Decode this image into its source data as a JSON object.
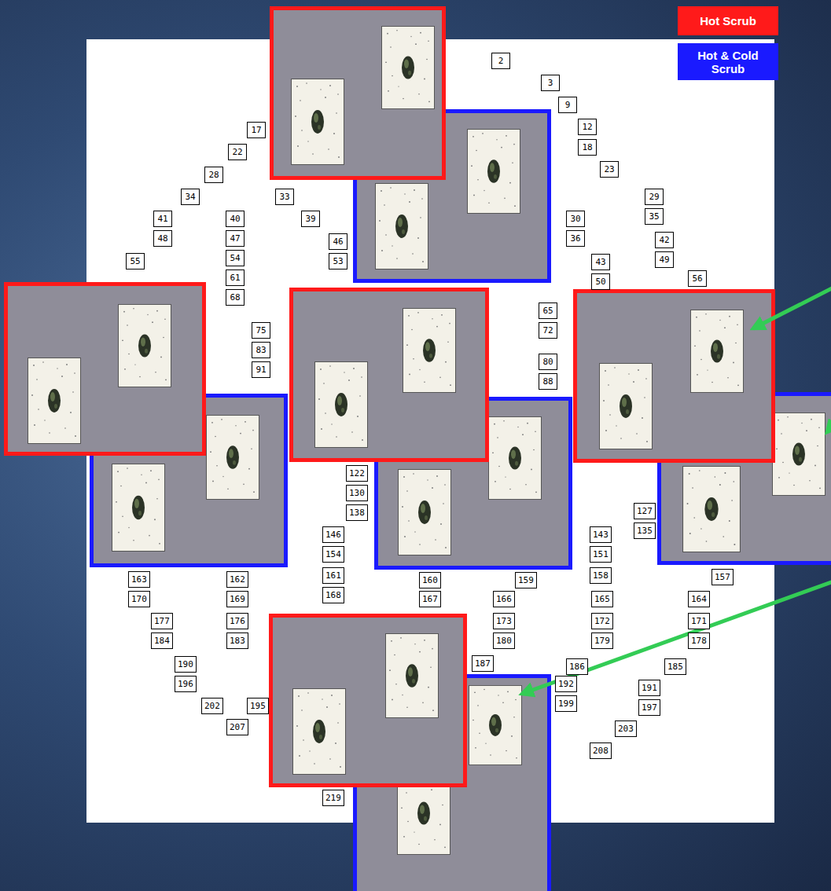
{
  "diagram": {
    "nodes": [
      {
        "text": [
          "2"
        ]
      },
      {
        "text": [
          "3"
        ]
      },
      {
        "text": [
          "9"
        ]
      },
      {
        "text": [
          "12"
        ]
      },
      {
        "text": [
          "17"
        ]
      },
      {
        "text": [
          "18"
        ]
      },
      {
        "text": [
          "22"
        ]
      },
      {
        "text": [
          "23"
        ]
      },
      {
        "text": [
          "28"
        ]
      },
      {
        "text": [
          "34"
        ]
      },
      {
        "text": [
          "33"
        ]
      },
      {
        "text": [
          "29"
        ]
      },
      {
        "text": [
          "35"
        ]
      },
      {
        "text": [
          "41"
        ]
      },
      {
        "text": [
          "40"
        ]
      },
      {
        "text": [
          "39"
        ]
      },
      {
        "text": [
          "30"
        ]
      },
      {
        "text": [
          "48"
        ]
      },
      {
        "text": [
          "47"
        ]
      },
      {
        "text": [
          "46"
        ]
      },
      {
        "text": [
          "36"
        ]
      },
      {
        "text": [
          "42"
        ]
      },
      {
        "text": [
          "54"
        ]
      },
      {
        "text": [
          "53"
        ]
      },
      {
        "text": [
          "43"
        ]
      },
      {
        "text": [
          "49"
        ]
      },
      {
        "text": [
          "55"
        ]
      },
      {
        "text": [
          "61"
        ]
      },
      {
        "text": [
          "50"
        ]
      },
      {
        "text": [
          "56"
        ]
      },
      {
        "text": [
          "68"
        ]
      },
      {
        "text": [
          "65"
        ]
      },
      {
        "text": [
          "75"
        ]
      },
      {
        "text": [
          "72"
        ]
      },
      {
        "text": [
          "83"
        ]
      },
      {
        "text": [
          "80"
        ]
      },
      {
        "text": [
          "91"
        ]
      },
      {
        "text": [
          "88"
        ]
      },
      {
        "text": [
          "122"
        ]
      },
      {
        "text": [
          "130"
        ]
      },
      {
        "text": [
          "127"
        ]
      },
      {
        "text": [
          "138"
        ]
      },
      {
        "text": [
          "135"
        ]
      },
      {
        "text": [
          "146"
        ]
      },
      {
        "text": [
          "143"
        ]
      },
      {
        "text": [
          "154"
        ]
      },
      {
        "text": [
          "151"
        ]
      },
      {
        "text": [
          "161"
        ]
      },
      {
        "text": [
          "158"
        ]
      },
      {
        "text": [
          "163"
        ]
      },
      {
        "text": [
          "162"
        ]
      },
      {
        "text": [
          "160"
        ]
      },
      {
        "text": [
          "159"
        ]
      },
      {
        "text": [
          "157"
        ]
      },
      {
        "text": [
          "170"
        ]
      },
      {
        "text": [
          "169"
        ]
      },
      {
        "text": [
          "168"
        ]
      },
      {
        "text": [
          "167"
        ]
      },
      {
        "text": [
          "166"
        ]
      },
      {
        "text": [
          "165"
        ]
      },
      {
        "text": [
          "164"
        ]
      },
      {
        "text": [
          "177"
        ]
      },
      {
        "text": [
          "176"
        ]
      },
      {
        "text": [
          "173"
        ]
      },
      {
        "text": [
          "172"
        ]
      },
      {
        "text": [
          "171"
        ]
      },
      {
        "text": [
          "184"
        ]
      },
      {
        "text": [
          "183"
        ]
      },
      {
        "text": [
          "180"
        ]
      },
      {
        "text": [
          "179"
        ]
      },
      {
        "text": [
          "178"
        ]
      },
      {
        "text": [
          "190"
        ]
      },
      {
        "text": [
          "187"
        ]
      },
      {
        "text": [
          "186"
        ]
      },
      {
        "text": [
          "185"
        ]
      },
      {
        "text": [
          "196"
        ]
      },
      {
        "text": [
          "192"
        ]
      },
      {
        "text": [
          "191"
        ]
      },
      {
        "text": [
          "202"
        ]
      },
      {
        "text": [
          "195"
        ]
      },
      {
        "text": [
          "199"
        ]
      },
      {
        "text": [
          "197"
        ]
      },
      {
        "text": [
          "207"
        ]
      },
      {
        "text": [
          "203"
        ]
      },
      {
        "text": [
          "208"
        ]
      },
      {
        "text": [
          "219"
        ]
      }
    ],
    "legend": [
      {
        "text": "Hot Scrub",
        "color": "#ff1a1a"
      },
      {
        "text": "Hot & Cold Scrub",
        "color": "#1a1aff"
      }
    ]
  }
}
